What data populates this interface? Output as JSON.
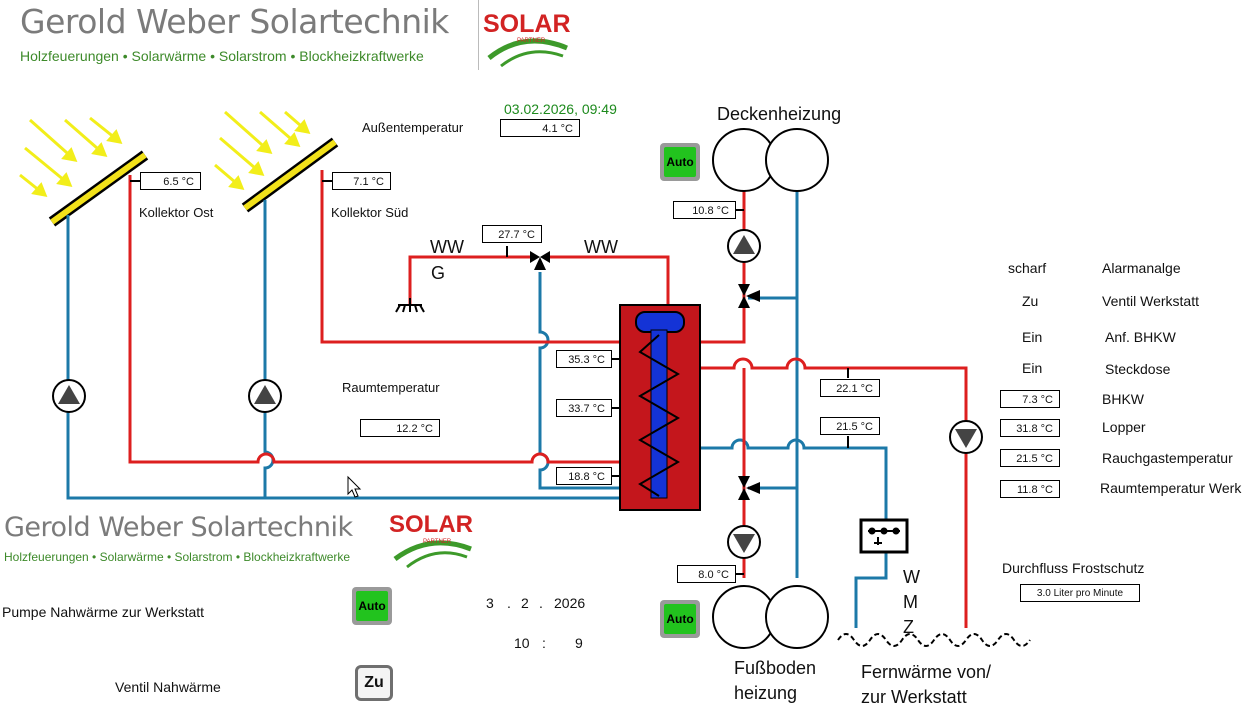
{
  "header": {
    "company": "Gerold Weber Solartechnik",
    "tagline": "Holzfeuerungen • Solarwärme • Solarstrom • Blockheizkraftwerke",
    "logo_text": "SOLAR",
    "logo_sub": "PARTNER"
  },
  "datetime": "03.02.2026,  09:49",
  "outdoor": {
    "label": "Außentemperatur",
    "value": "4.1 °C"
  },
  "collectors": [
    {
      "label": "Kollektor Ost",
      "value": "6.5 °C"
    },
    {
      "label": "Kollektor Süd",
      "value": "7.1 °C"
    }
  ],
  "room": {
    "label": "Raumtemperatur",
    "value": "12.2 °C"
  },
  "ww": {
    "left": "WW",
    "left_sub": "G",
    "right": "WW",
    "mix_value": "27.7 °C"
  },
  "tank": {
    "top": "35.3 °C",
    "mid": "33.7 °C",
    "bottom": "18.8 °C"
  },
  "ceiling": {
    "title": "Deckenheizung",
    "value": "10.8 °C",
    "auto": "Auto"
  },
  "floor": {
    "title_line1": "Fußboden",
    "title_line2": "heizung",
    "value": "8.0 °C",
    "auto": "Auto"
  },
  "district": {
    "title_line1": "Fernwärme von/",
    "title_line2": "zur Werkstatt",
    "supply": "22.1 °C",
    "return": "21.5 °C",
    "wmz": [
      "W",
      "M",
      "Z"
    ]
  },
  "status_list": [
    {
      "state": "scharf",
      "name": "Alarmanalge"
    },
    {
      "state": "Zu",
      "name": "Ventil Werkstatt"
    },
    {
      "state": "Ein",
      "name": "Anf. BHKW"
    },
    {
      "state": "Ein",
      "name": "Steckdose"
    }
  ],
  "sensor_list": [
    {
      "value": "7.3 °C",
      "name": "BHKW"
    },
    {
      "value": "31.8 °C",
      "name": "Lopper"
    },
    {
      "value": "21.5 °C",
      "name": "Rauchgastemperatur"
    },
    {
      "value": "11.8 °C",
      "name": "Raumtemperatur Werk"
    }
  ],
  "frost": {
    "label": "Durchfluss Frostschutz",
    "value": "3.0 Liter pro Minute"
  },
  "bottom_panel": {
    "pump_label": "Pumpe  Nahwärme zur Werkstatt",
    "pump_btn": "Auto",
    "valve_label": "Ventil Nahwärme",
    "valve_btn": "Zu",
    "date": {
      "d": "3",
      "m": "2",
      "y": "2026"
    },
    "time": {
      "h": "10",
      "m": "9"
    }
  },
  "colors": {
    "hot": "#dd1f1f",
    "cold": "#1c79a8",
    "tank": "#c4161c",
    "coil": "#1433d6",
    "button": "#22c31e"
  }
}
